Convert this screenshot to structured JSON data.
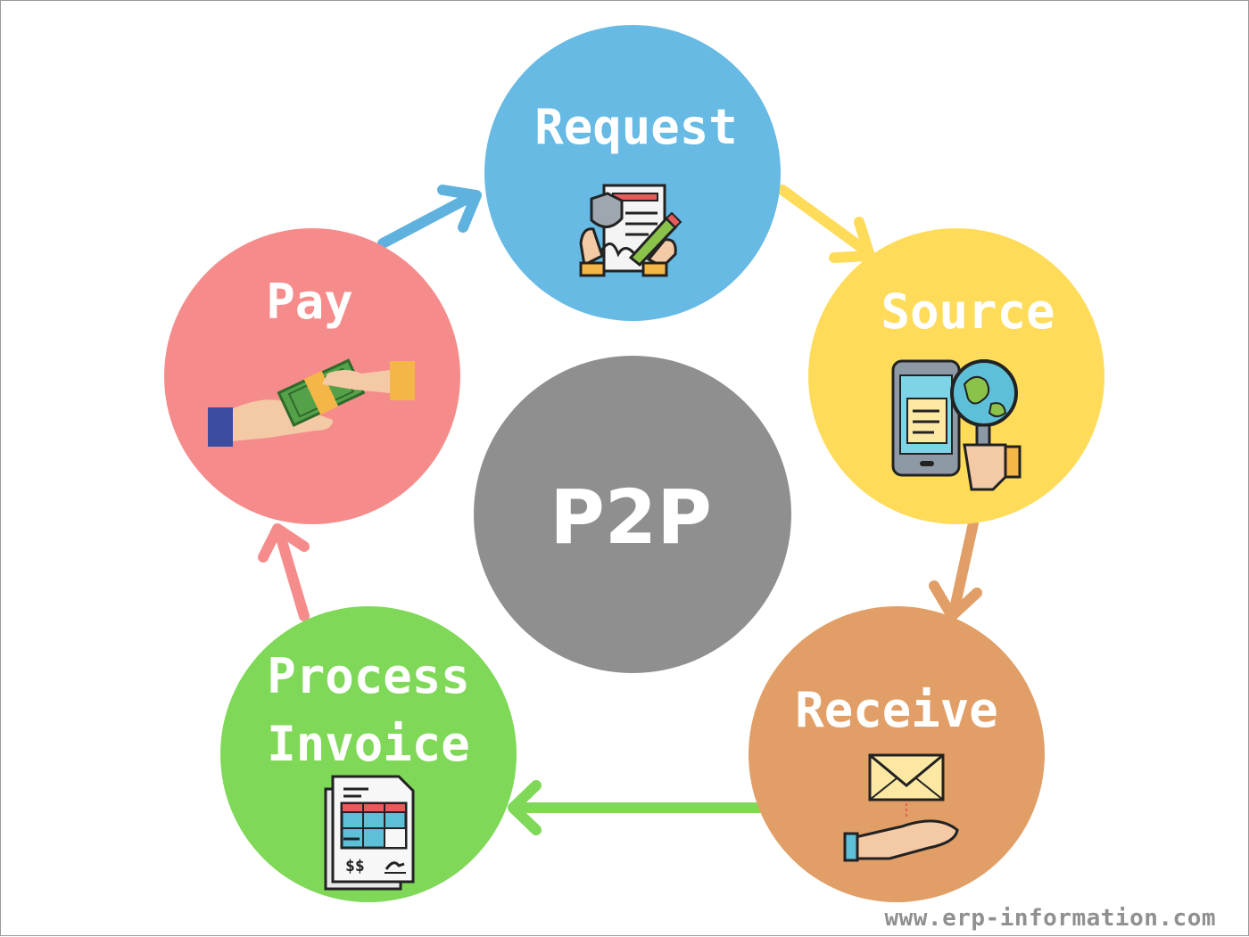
{
  "center": {
    "label": "P2P",
    "color": "#8f8f8f"
  },
  "stages": {
    "request": {
      "label": "Request",
      "color": "#66bae3",
      "icon": "document-sign-icon"
    },
    "source": {
      "label": "Source",
      "color": "#fedc5a",
      "icon": "phone-magnifier-icon"
    },
    "receive": {
      "label": "Receive",
      "color": "#e19f67",
      "icon": "envelope-hand-icon"
    },
    "process_invoice": {
      "label_line1": "Process",
      "label_line2": "Invoice",
      "color": "#7fd858",
      "icon": "invoice-icon"
    },
    "pay": {
      "label": "Pay",
      "color": "#f58c8b",
      "icon": "money-handoff-icon"
    }
  },
  "watermark": "www.erp-information.com"
}
